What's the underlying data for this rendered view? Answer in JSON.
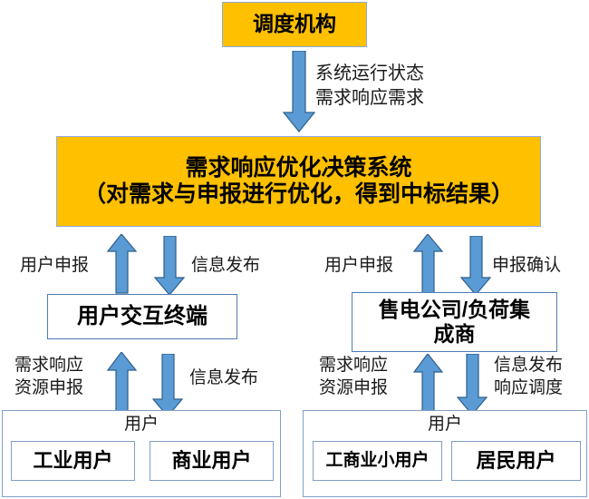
{
  "diagram": {
    "title_box": {
      "label": "调度机构"
    },
    "flow_top": {
      "label": "系统运行状态\n需求响应需求"
    },
    "main_box": {
      "line1": "需求响应优化决策系统",
      "line2": "（对需求与申报进行优化，得到中标结果）"
    },
    "left_branch": {
      "up_label": "用户申报",
      "down_label": "信息发布",
      "node": {
        "label": "用户交互终端"
      },
      "lower_up_label": "需求响应\n资源申报",
      "lower_down_label": "信息发布",
      "group": {
        "title": "用户",
        "members": [
          {
            "label": "工业用户"
          },
          {
            "label": "商业用户"
          }
        ]
      }
    },
    "right_branch": {
      "up_label": "用户申报",
      "down_label": "申报确认",
      "node": {
        "line1": "售电公司/负荷集",
        "line2": "成商"
      },
      "lower_up_label": "需求响应\n资源申报",
      "lower_down_label": "信息发布\n响应调度",
      "group": {
        "title": "用户",
        "members": [
          {
            "label": "工商业小用户"
          },
          {
            "label": "居民用户"
          }
        ]
      }
    },
    "colors": {
      "gold_fill": "#FFC000",
      "arrow_fill": "#5B9BD5",
      "arrow_stroke": "#2E5F8C",
      "box_border": "#4E7CB4",
      "text": "#1a1a1a"
    }
  }
}
